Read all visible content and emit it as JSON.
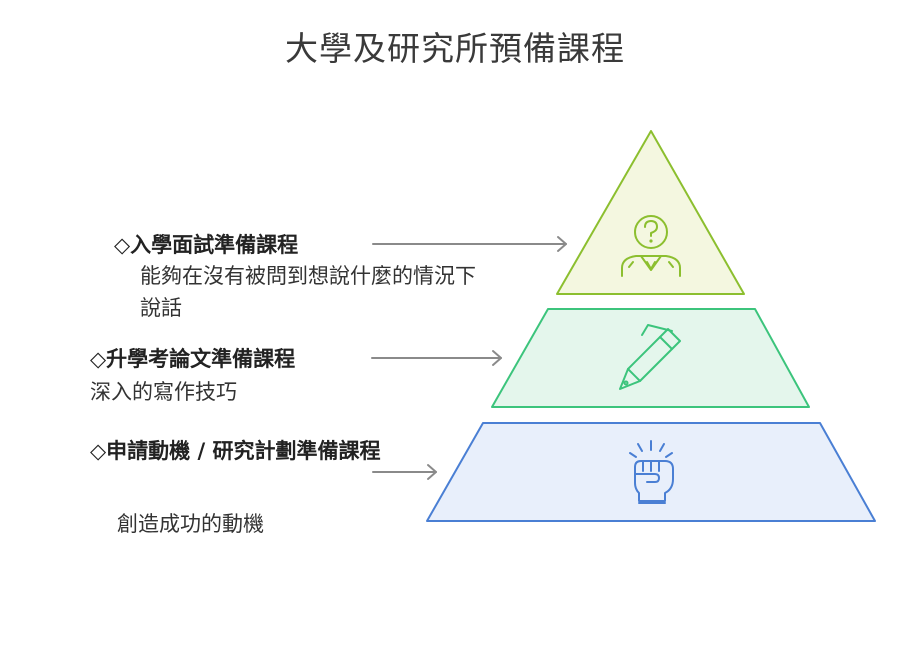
{
  "title": "大學及研究所預備課程",
  "levels": [
    {
      "heading": "◇入學面試準備課程",
      "description": "能夠在沒有被問到想說什麼的情況下說話",
      "icon": "person-question-icon",
      "fill": "#f4f7e0",
      "stroke": "#8cbf2f"
    },
    {
      "heading": "◇升學考論文準備課程",
      "description": "深入的寫作技巧",
      "icon": "pen-icon",
      "fill": "#e4f6ec",
      "stroke": "#3cc47c"
    },
    {
      "heading": "◇申請動機 / 研究計劃準備課程",
      "description": "創造成功的動機",
      "icon": "raised-fist-icon",
      "fill": "#e8effb",
      "stroke": "#4a7fd4"
    }
  ],
  "colors": {
    "arrow": "#8a8a8a",
    "title_text": "#3a3a3a"
  }
}
